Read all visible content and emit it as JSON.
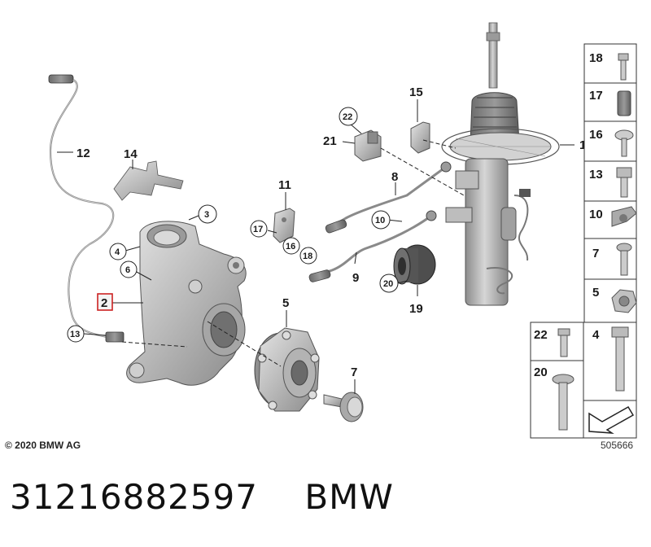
{
  "parts": [
    {
      "id": "c1",
      "label": "1",
      "style": "plain"
    },
    {
      "id": "c2",
      "label": "2",
      "style": "boxed"
    },
    {
      "id": "c3",
      "label": "3",
      "style": "circle"
    },
    {
      "id": "c4",
      "label": "4",
      "style": "circle"
    },
    {
      "id": "c5",
      "label": "5",
      "style": "plain"
    },
    {
      "id": "c6",
      "label": "6",
      "style": "circle"
    },
    {
      "id": "c7",
      "label": "7",
      "style": "plain"
    },
    {
      "id": "c8",
      "label": "8",
      "style": "plain"
    },
    {
      "id": "c9",
      "label": "9",
      "style": "plain"
    },
    {
      "id": "c10",
      "label": "10",
      "style": "circle"
    },
    {
      "id": "c11",
      "label": "11",
      "style": "plain"
    },
    {
      "id": "c12",
      "label": "12",
      "style": "plain"
    },
    {
      "id": "c13",
      "label": "13",
      "style": "circle"
    },
    {
      "id": "c14",
      "label": "14",
      "style": "plain"
    },
    {
      "id": "c15",
      "label": "15",
      "style": "plain"
    },
    {
      "id": "c16",
      "label": "16",
      "style": "circle"
    },
    {
      "id": "c17",
      "label": "17",
      "style": "circle"
    },
    {
      "id": "c18",
      "label": "18",
      "style": "circle"
    },
    {
      "id": "c19",
      "label": "19",
      "style": "plain"
    },
    {
      "id": "c20",
      "label": "20",
      "style": "circle"
    },
    {
      "id": "c21",
      "label": "21",
      "style": "plain"
    },
    {
      "id": "c22",
      "label": "22",
      "style": "circle"
    }
  ],
  "side_panel": [
    "18",
    "17",
    "16",
    "13",
    "10",
    "7",
    "5"
  ],
  "bottom_panel": [
    "22",
    "4",
    "20"
  ],
  "copyright": "© 2020 BMW AG",
  "diagram_code": "505666",
  "caption": "31216882597    BMW",
  "colors": {
    "part_gray": "#bdbdbd",
    "part_dark": "#7a7a7a",
    "highlight": "#cc2222",
    "line": "#222222"
  }
}
